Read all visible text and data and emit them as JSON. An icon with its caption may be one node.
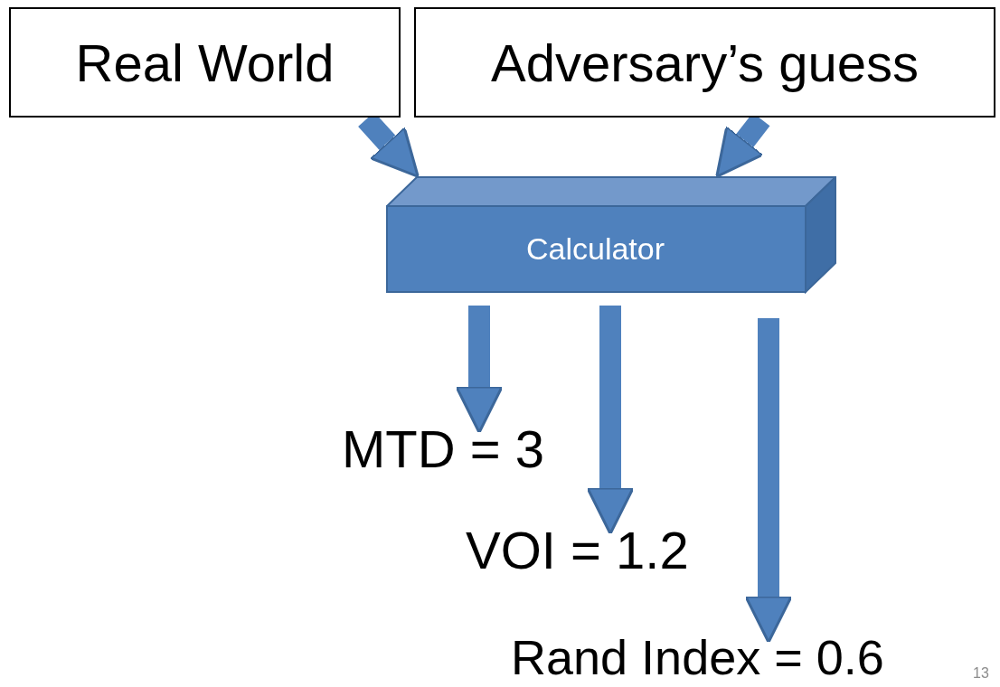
{
  "diagram": {
    "nodes": [
      {
        "text": [
          "Real World"
        ]
      },
      {
        "text": [
          "Adversary’s guess"
        ]
      },
      {
        "text": [
          "Calculator"
        ]
      },
      {
        "text": [
          "MTD = 3"
        ]
      },
      {
        "text": [
          "VOI = 1.2"
        ]
      },
      {
        "text": [
          "Rand Index = 0.6"
        ]
      }
    ],
    "edges": [
      {
        "from": 0,
        "to": 2,
        "arrow": "to"
      },
      {
        "from": 1,
        "to": 2,
        "arrow": "to"
      },
      {
        "from": 2,
        "to": 3,
        "arrow": "to"
      },
      {
        "from": 2,
        "to": 4,
        "arrow": "to"
      },
      {
        "from": 2,
        "to": 5,
        "arrow": "to"
      }
    ],
    "labels": [
      "13"
    ]
  }
}
